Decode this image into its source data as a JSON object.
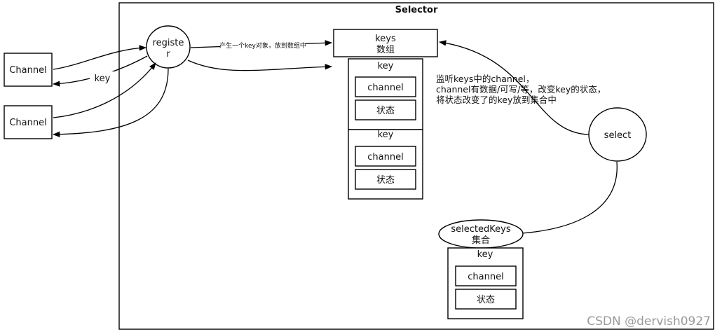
{
  "selector": {
    "title": "Selector"
  },
  "channels": [
    {
      "label": "Channel"
    },
    {
      "label": "Channel"
    }
  ],
  "register": {
    "line1": "registe",
    "line2": "r"
  },
  "edges": {
    "key_label": "key",
    "produce_key": "产生一个key对象，放到数组中"
  },
  "keys_array": {
    "line1": "keys",
    "line2": "数组",
    "items": [
      {
        "header": "key",
        "channel": "channel",
        "state": "状态"
      },
      {
        "header": "key",
        "channel": "channel",
        "state": "状态"
      }
    ]
  },
  "annotation": [
    "监听keys中的channel，",
    "channel有数据/可写/等，改变key的状态，",
    "将状态改变了的key放到集合中"
  ],
  "select": {
    "label": "select"
  },
  "selected_keys": {
    "line1": "selectedKeys",
    "line2": "集合",
    "item": {
      "header": "key",
      "channel": "channel",
      "state": "状态"
    }
  },
  "watermark": "CSDN @dervish0927"
}
